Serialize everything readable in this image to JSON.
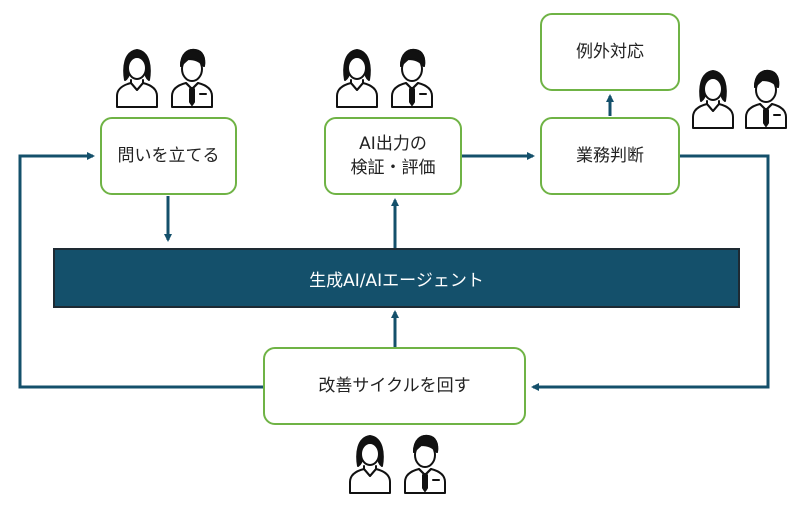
{
  "colors": {
    "box_border": "#6fb345",
    "arrow": "#14506b",
    "agent_bar": "#14506b",
    "person_outline": "#111111"
  },
  "nodes": {
    "question": "問いを立てる",
    "verify_line1": "AI出力の",
    "verify_line2": "検証・評価",
    "decision": "業務判断",
    "exception": "例外対応",
    "improve": "改善サイクルを回す",
    "agent": "生成AI/AIエージェント"
  },
  "icons": [
    "woman-icon",
    "man-icon"
  ]
}
